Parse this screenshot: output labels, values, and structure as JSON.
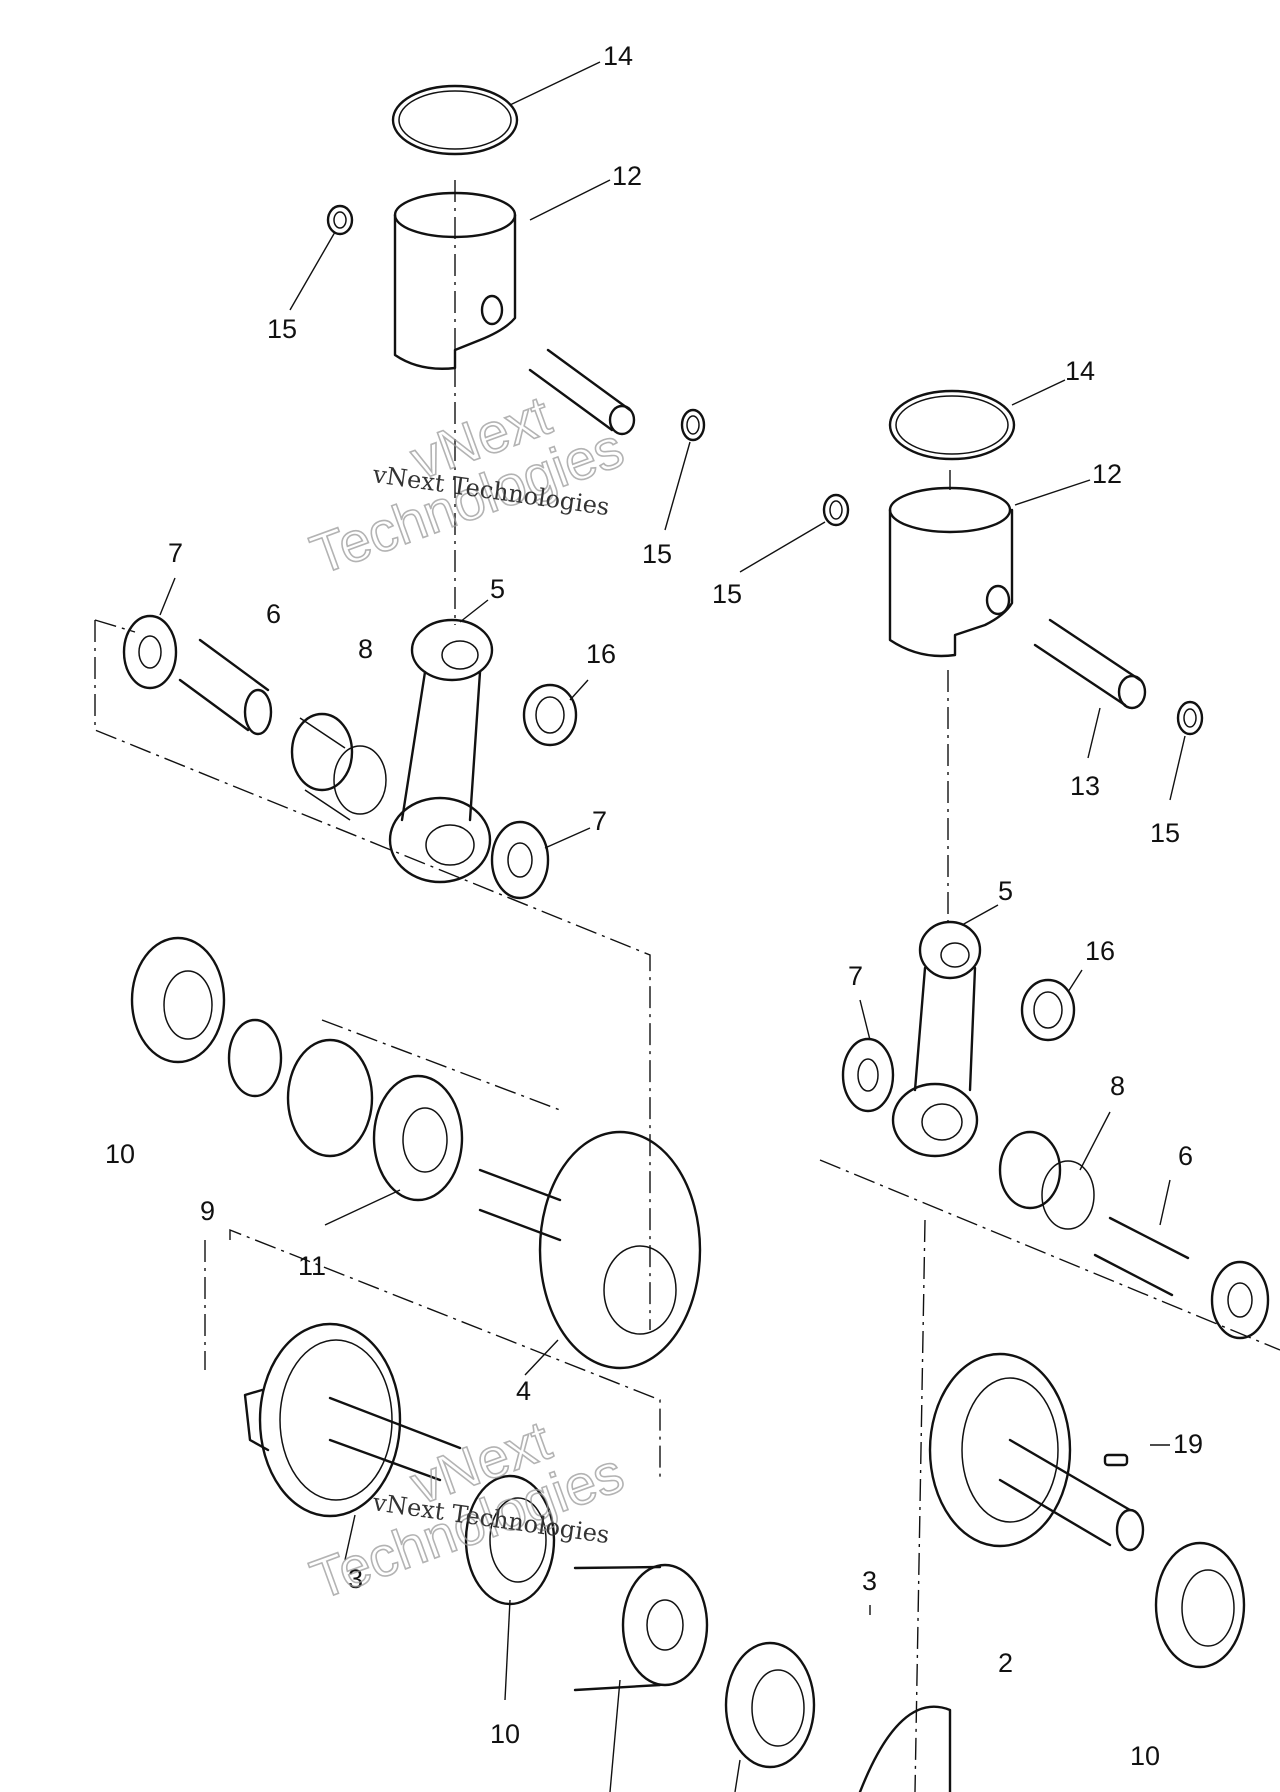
{
  "watermark": {
    "text_small": "vNext Technologies",
    "text_big_line1": "vNext",
    "text_big_line2": "Technologies"
  },
  "callouts": [
    {
      "id": "c14a",
      "text": "14"
    },
    {
      "id": "c12a",
      "text": "12"
    },
    {
      "id": "c15a",
      "text": "15"
    },
    {
      "id": "c15b",
      "text": "15"
    },
    {
      "id": "c7a",
      "text": "7"
    },
    {
      "id": "c6a",
      "text": "6"
    },
    {
      "id": "c8a",
      "text": "8"
    },
    {
      "id": "c5a",
      "text": "5"
    },
    {
      "id": "c16a",
      "text": "16"
    },
    {
      "id": "c7b",
      "text": "7"
    },
    {
      "id": "c14b",
      "text": "14"
    },
    {
      "id": "c12b",
      "text": "12"
    },
    {
      "id": "c15c",
      "text": "15"
    },
    {
      "id": "c13",
      "text": "13"
    },
    {
      "id": "c15d",
      "text": "15"
    },
    {
      "id": "c5b",
      "text": "5"
    },
    {
      "id": "c16b",
      "text": "16"
    },
    {
      "id": "c7c",
      "text": "7"
    },
    {
      "id": "c8b",
      "text": "8"
    },
    {
      "id": "c6b",
      "text": "6"
    },
    {
      "id": "c10a",
      "text": "10"
    },
    {
      "id": "c9",
      "text": "9"
    },
    {
      "id": "c11",
      "text": "11"
    },
    {
      "id": "c4",
      "text": "4"
    },
    {
      "id": "c19",
      "text": "19"
    },
    {
      "id": "c3a",
      "text": "3"
    },
    {
      "id": "c3b",
      "text": "3"
    },
    {
      "id": "c2",
      "text": "2"
    },
    {
      "id": "c10b",
      "text": "10"
    },
    {
      "id": "c10c",
      "text": "10"
    }
  ]
}
